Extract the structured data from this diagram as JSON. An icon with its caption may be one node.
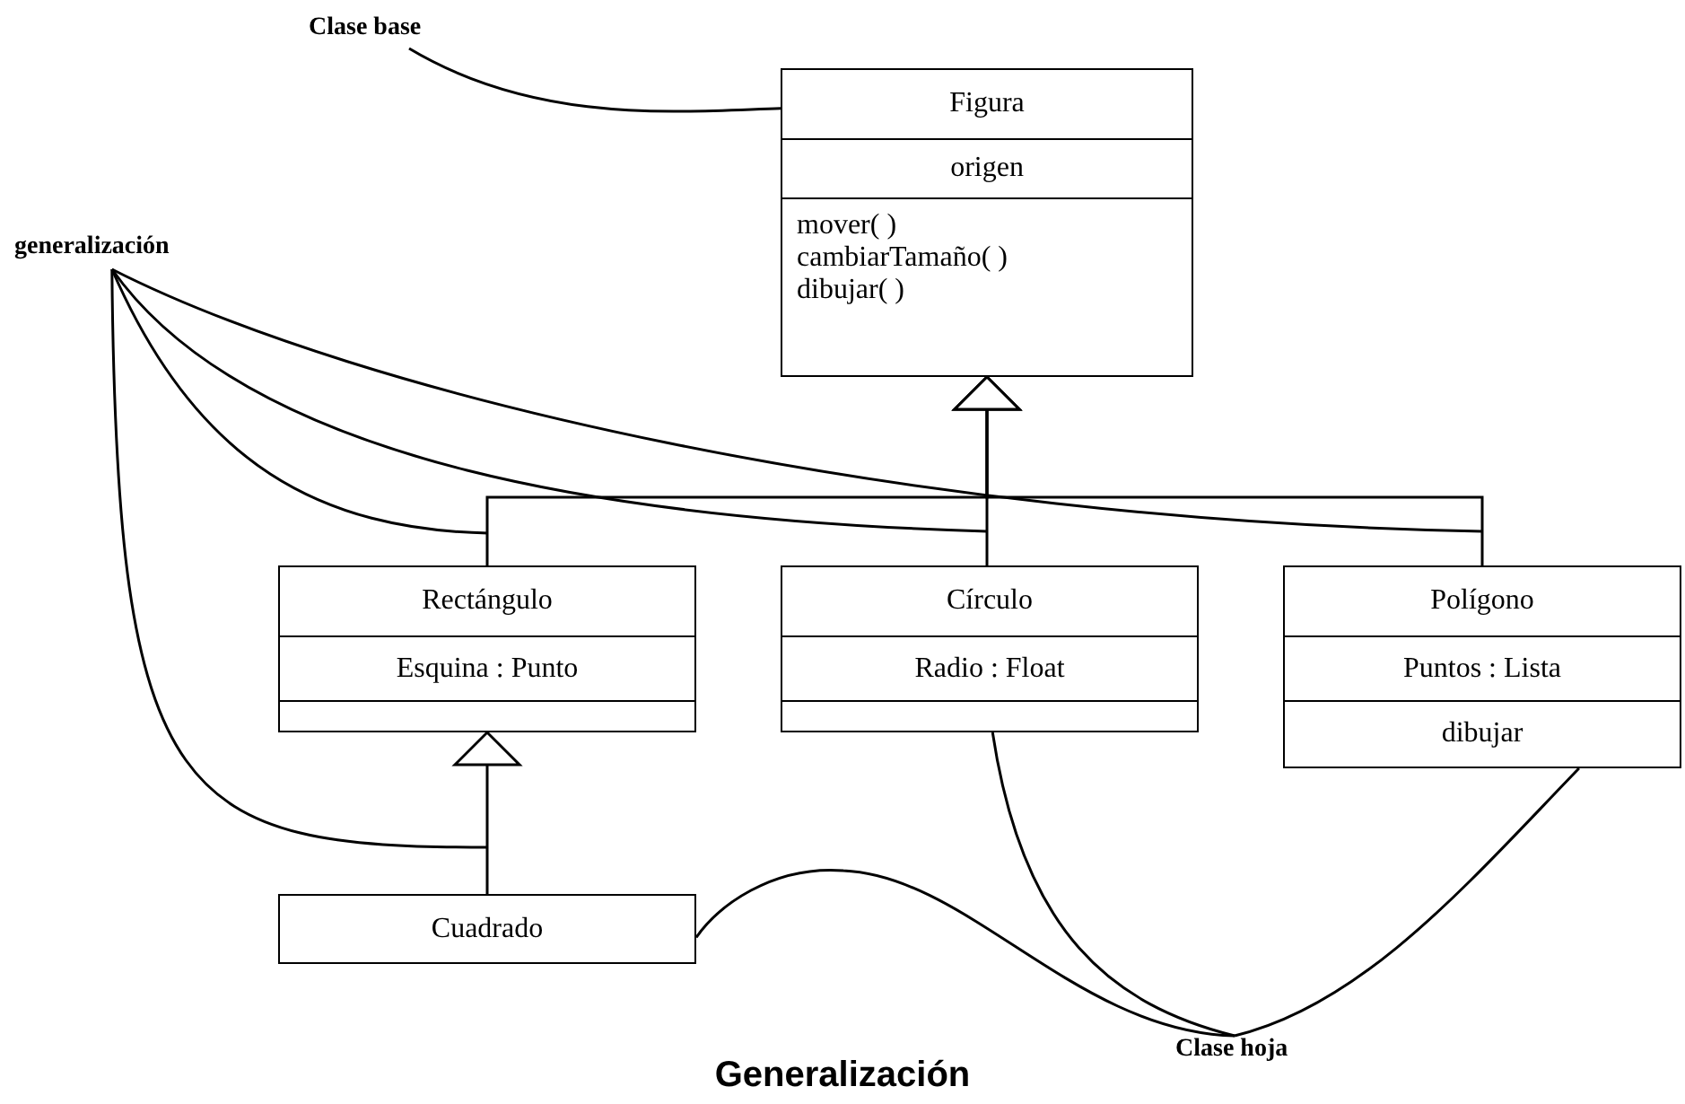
{
  "diagram": {
    "caption": "Generalización",
    "nodes": [
      {
        "text": [
          "Clase base"
        ]
      },
      {
        "text": [
          "Figura",
          "origen",
          "mover( )",
          "cambiarTamaño( )",
          "dibujar( )"
        ]
      },
      {
        "text": [
          "generalización"
        ]
      },
      {
        "text": [
          "Rectángulo",
          "Esquina : Punto"
        ]
      },
      {
        "text": [
          "Círculo",
          "Radio : Float"
        ]
      },
      {
        "text": [
          "Polígono",
          "Puntos : Lista",
          "dibujar"
        ]
      },
      {
        "text": [
          "Cuadrado"
        ]
      },
      {
        "text": [
          "Clase hoja"
        ]
      }
    ],
    "edges": [
      {
        "from": 3,
        "to": 1,
        "arrow": "to"
      },
      {
        "from": 4,
        "to": 1,
        "arrow": "to"
      },
      {
        "from": 5,
        "to": 1,
        "arrow": "to"
      },
      {
        "from": 6,
        "to": 3,
        "arrow": "to"
      },
      {
        "from": 0,
        "to": 1,
        "arrow": "none"
      },
      {
        "from": 2,
        "to": null,
        "arrow": "none"
      },
      {
        "from": 2,
        "to": null,
        "arrow": "none"
      },
      {
        "from": 2,
        "to": null,
        "arrow": "none"
      },
      {
        "from": 2,
        "to": null,
        "arrow": "none"
      },
      {
        "from": 7,
        "to": 6,
        "arrow": "none"
      },
      {
        "from": 7,
        "to": 4,
        "arrow": "none"
      },
      {
        "from": 7,
        "to": 5,
        "arrow": "none"
      }
    ]
  }
}
